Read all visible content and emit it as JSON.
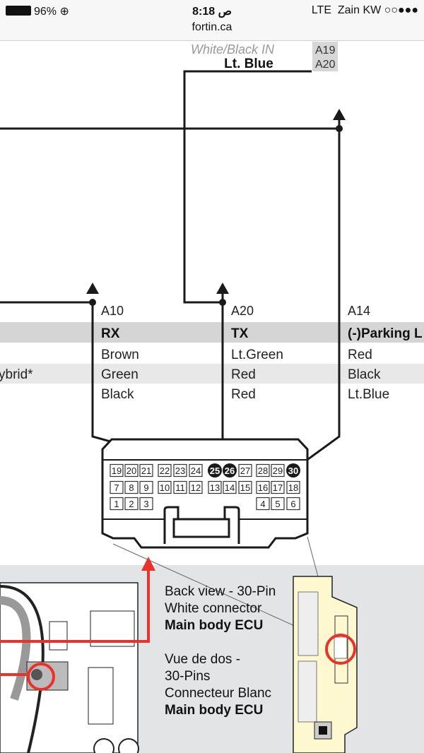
{
  "status_bar": {
    "battery": "96%",
    "time": "8:18 ص",
    "network": "LTE",
    "carrier": "Zain KW",
    "signal": "○○●●●"
  },
  "browser": {
    "url": "fortin.ca"
  },
  "diagram": {
    "top_label_faded": "White/Black  IN",
    "top_label": "Lt. Blue",
    "top_pins": [
      "A19",
      "A20"
    ],
    "columns": [
      {
        "pin": "A10",
        "header": "RX",
        "rows": [
          "Brown",
          "Green",
          "Black"
        ]
      },
      {
        "pin": "A20",
        "header": "TX",
        "rows": [
          "Lt.Green",
          "Red",
          "Red"
        ]
      },
      {
        "pin": "A14",
        "header": "(-)Parking L",
        "rows": [
          "Red",
          "Black",
          "Lt.Blue"
        ]
      }
    ],
    "left_row_label": "ybrid*",
    "connector_rows": [
      [
        "19",
        "20",
        "21",
        "22",
        "23",
        "24",
        "25",
        "26",
        "27",
        "28",
        "29",
        "30"
      ],
      [
        "7",
        "8",
        "9",
        "10",
        "11",
        "12",
        "13",
        "14",
        "15",
        "16",
        "17",
        "18"
      ],
      [
        "1",
        "2",
        "3",
        "",
        "",
        "",
        "",
        "",
        "",
        "4",
        "5",
        "6"
      ]
    ],
    "highlighted_pins": [
      "25",
      "26",
      "30"
    ],
    "caption_en": [
      "Back view - 30-Pin",
      "White connector",
      "Main body ECU"
    ],
    "caption_fr": [
      "Vue de dos -",
      "30-Pins",
      "Connecteur Blanc",
      "Main body ECU"
    ]
  },
  "colors": {
    "red": "#e8322a",
    "panel": "#fdf8d0",
    "band_dark": "#d5d5d5",
    "band_light": "#e8e8e8",
    "bottom_bg": "#e3e4e6"
  }
}
